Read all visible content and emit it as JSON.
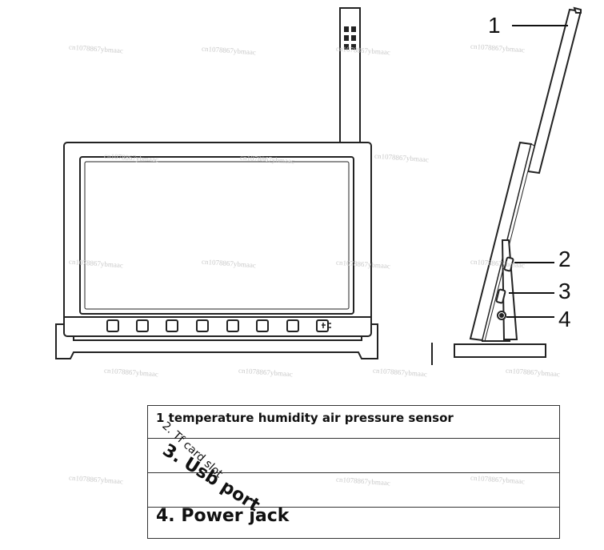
{
  "callouts": [
    "1",
    "2",
    "3",
    "4"
  ],
  "legend": {
    "row1": "1 temperature humidity air pressure sensor",
    "row2": "2. Tf card slot",
    "row3": "3. Usb port",
    "row4": "4. Power jack"
  },
  "watermark": "cn1078867ybmaac"
}
